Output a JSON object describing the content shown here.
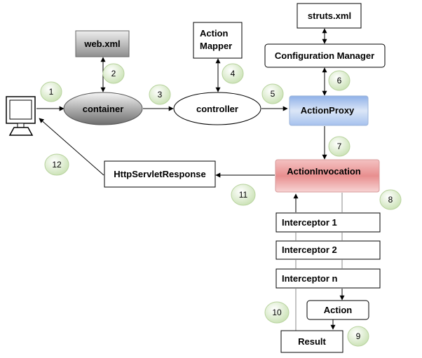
{
  "nodes": {
    "web_xml": "web.xml",
    "container": "container",
    "action_mapper_line1": "Action",
    "action_mapper_line2": "Mapper",
    "controller": "controller",
    "struts_xml": "struts.xml",
    "configuration_manager": "Configuration Manager",
    "action_proxy": "ActionProxy",
    "action_invocation": "ActionInvocation",
    "http_servlet_response": "HttpServletResponse",
    "interceptor_1": "Interceptor 1",
    "interceptor_2": "Interceptor 2",
    "interceptor_n": "Interceptor n",
    "action": "Action",
    "result": "Result"
  },
  "steps": [
    "1",
    "2",
    "3",
    "4",
    "5",
    "6",
    "7",
    "8",
    "9",
    "10",
    "11",
    "12"
  ],
  "colors": {
    "step_badge": "#d7ebc4",
    "action_proxy": "#a9c6ef",
    "action_invocation": "#f2a9a9",
    "container": "#9a9a9a",
    "web_xml": "#a8a8a8"
  }
}
